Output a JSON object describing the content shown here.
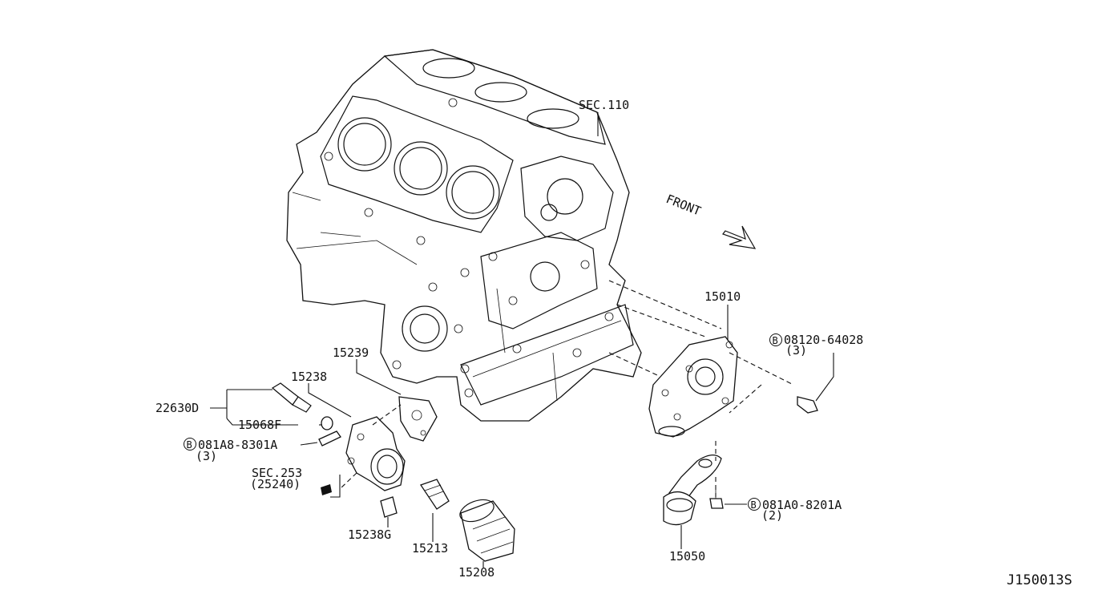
{
  "diagram_id": "J150013S",
  "front_label": "FRONT",
  "section_refs": {
    "sec110": "SEC.110",
    "sec253": "SEC.253",
    "sec253_sub": "(25240)"
  },
  "parts": {
    "p15010": "15010",
    "p15239": "15239",
    "p15238": "15238",
    "p22630D": "22630D",
    "p15068F": "15068F",
    "p15238G": "15238G",
    "p15213": "15213",
    "p15208": "15208",
    "p15050": "15050"
  },
  "bolts": [
    {
      "circle": "B",
      "code": "08120-64028",
      "qty": "(3)"
    },
    {
      "circle": "B",
      "code": "081A8-8301A",
      "qty": "(3)"
    },
    {
      "circle": "B",
      "code": "081A0-8201A",
      "qty": "(2)"
    }
  ],
  "colors": {
    "ink": "#111111",
    "background": "#ffffff"
  }
}
